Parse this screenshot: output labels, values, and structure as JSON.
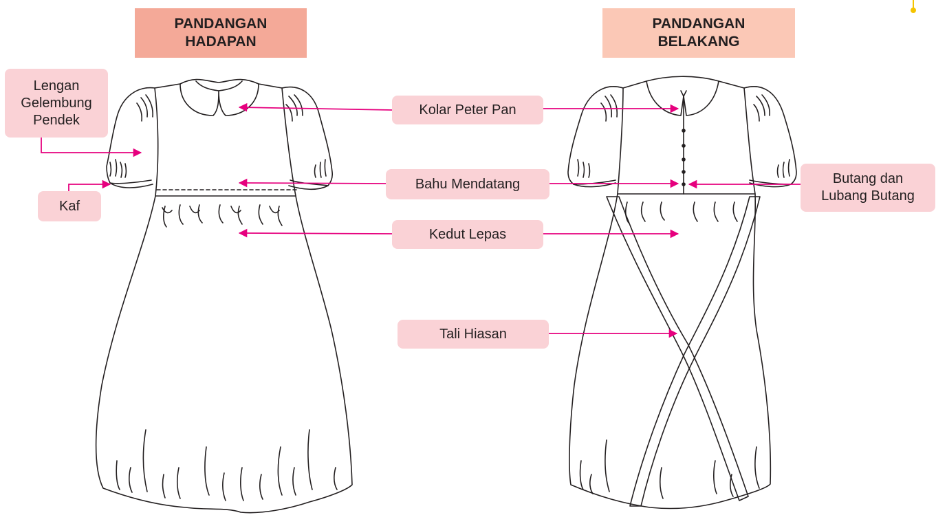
{
  "headers": {
    "front": [
      "PANDANGAN",
      "HADAPAN"
    ],
    "back": [
      "PANDANGAN",
      "BELAKANG"
    ]
  },
  "labels": {
    "lengan": [
      "Lengan",
      "Gelembung",
      "Pendek"
    ],
    "kaf": "Kaf",
    "kolar": "Kolar Peter Pan",
    "bahu": "Bahu Mendatang",
    "kedut": "Kedut Lepas",
    "tali": "Tali Hiasan",
    "butang": [
      "Butang dan",
      "Lubang Butang"
    ]
  },
  "colors": {
    "front_header": "#f4a998",
    "back_header": "#fbc8b6",
    "label_fill": "#fad2d6",
    "arrow": "#e6007e",
    "outline": "#231f20",
    "accent_mark": "#f5c400"
  }
}
